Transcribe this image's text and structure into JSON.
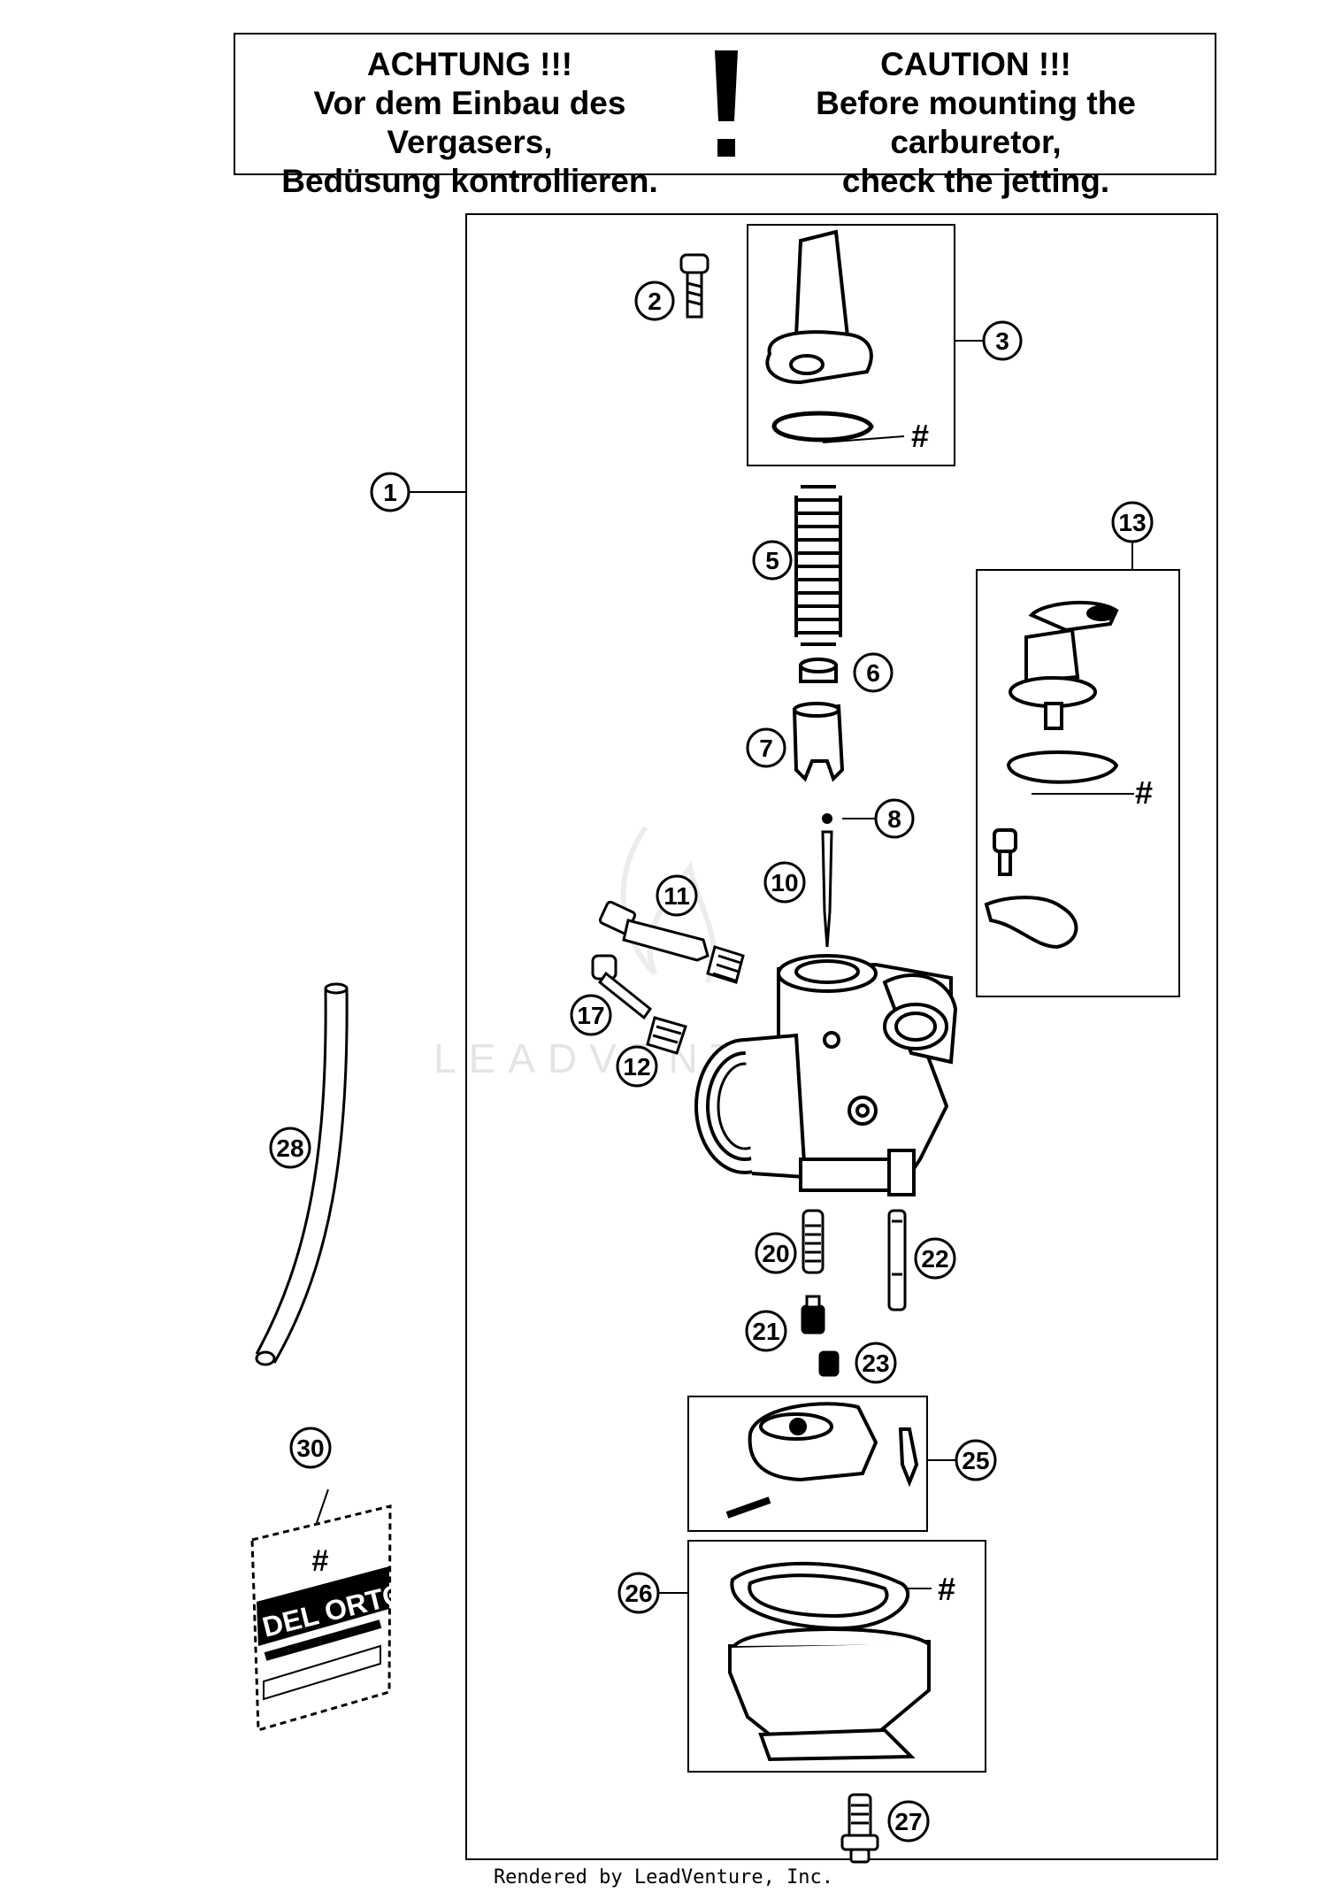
{
  "warning": {
    "de_title": "ACHTUNG !!!",
    "de_line1": "Vor dem Einbau des Vergasers,",
    "de_line2": "Bedüsung kontrollieren.",
    "en_title": "CAUTION !!!",
    "en_line1": "Before mounting the carburetor,",
    "en_line2": "check the jetting."
  },
  "callouts": [
    {
      "id": "c1",
      "label": "1"
    },
    {
      "id": "c2",
      "label": "2"
    },
    {
      "id": "c3",
      "label": "3"
    },
    {
      "id": "c5",
      "label": "5"
    },
    {
      "id": "c6",
      "label": "6"
    },
    {
      "id": "c7",
      "label": "7"
    },
    {
      "id": "c8",
      "label": "8"
    },
    {
      "id": "c10",
      "label": "10"
    },
    {
      "id": "c11",
      "label": "11"
    },
    {
      "id": "c12",
      "label": "12"
    },
    {
      "id": "c13",
      "label": "13"
    },
    {
      "id": "c17",
      "label": "17"
    },
    {
      "id": "c20",
      "label": "20"
    },
    {
      "id": "c21",
      "label": "21"
    },
    {
      "id": "c22",
      "label": "22"
    },
    {
      "id": "c23",
      "label": "23"
    },
    {
      "id": "c25",
      "label": "25"
    },
    {
      "id": "c26",
      "label": "26"
    },
    {
      "id": "c27",
      "label": "27"
    },
    {
      "id": "c28",
      "label": "28"
    },
    {
      "id": "c30",
      "label": "30"
    }
  ],
  "hash_marks": [
    "#",
    "#",
    "#",
    "#"
  ],
  "bag": {
    "hash": "#",
    "brand": "DEL ORTO"
  },
  "watermark": "LEADVENTURE",
  "footer": "Rendered by LeadVenture, Inc."
}
